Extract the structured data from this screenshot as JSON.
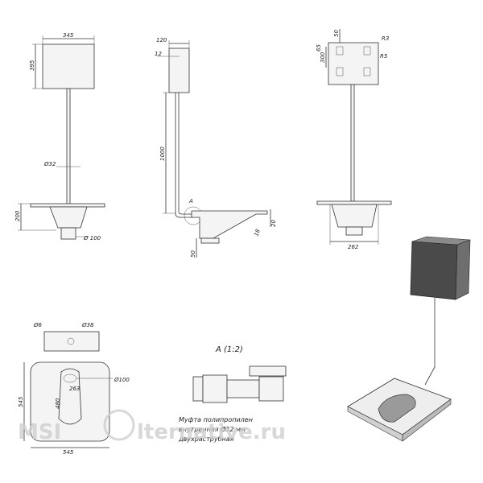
{
  "front_view": {
    "width": "345",
    "height": "395",
    "pipe": "Ø32",
    "base_height": "200",
    "outlet": "Ø 100"
  },
  "side_view": {
    "top_width": "120",
    "offset": "12",
    "pipe_length": "1000",
    "detail_ref": "A",
    "drop": "50",
    "angle": "18",
    "rim": "20"
  },
  "right_view": {
    "top_dim": "50",
    "hole_dim": "65",
    "spacing": "300",
    "radius_top": "R3",
    "radius_side": "R5",
    "base_width": "262"
  },
  "plan_view": {
    "hole_small": "Ø6",
    "hole_large": "Ø38",
    "width": "545",
    "depth": "545",
    "bowl_length": "480",
    "bowl_width": "263",
    "outlet": "Ø100"
  },
  "detail": {
    "title": "A (1:2)",
    "caption_lines": [
      "Муфта полипропилен",
      "внутренняя Ø32 мм",
      "двухраструбная"
    ]
  },
  "watermark": {
    "left": "MSI",
    "right": "lternative.ru"
  }
}
